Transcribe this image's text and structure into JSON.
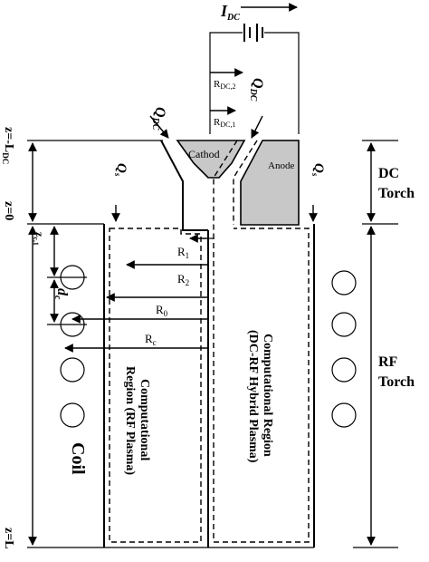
{
  "circuit": {
    "current": "I",
    "current_sub": "DC"
  },
  "electrodes": {
    "cathode": "Cathod",
    "anode": "Anode"
  },
  "heat": {
    "q": "Q",
    "q_sub": "DC",
    "qs": "Q",
    "qs_sub": "s"
  },
  "radii": {
    "rdc1": "R",
    "rdc1_sub": "DC,1",
    "rdc2": "R",
    "rdc2_sub": "DC,2",
    "r1": "R",
    "r1_sub": "1",
    "r2": "R",
    "r2_sub": "2",
    "r0": "R",
    "r0_sub": "0",
    "rc": "R",
    "rc_sub": "c"
  },
  "axis": {
    "z_top": "z=-L",
    "z_top_sub": "DC",
    "z_zero": "z=0",
    "z_bottom": "z=L",
    "z_coil": "z",
    "z_coil_sub": "c,1",
    "dc": "d",
    "dc_sub": "c"
  },
  "labels": {
    "dc_torch_1": "DC",
    "dc_torch_2": "Torch",
    "rf_torch_1": "RF",
    "rf_torch_2": "Torch",
    "coil": "Coil",
    "region_rf_1": "Computational",
    "region_rf_2": "Region (RF Plasma)",
    "region_hybrid_1": "Computational Region",
    "region_hybrid_2": "(DC-RF Hybrid Plasma)"
  }
}
